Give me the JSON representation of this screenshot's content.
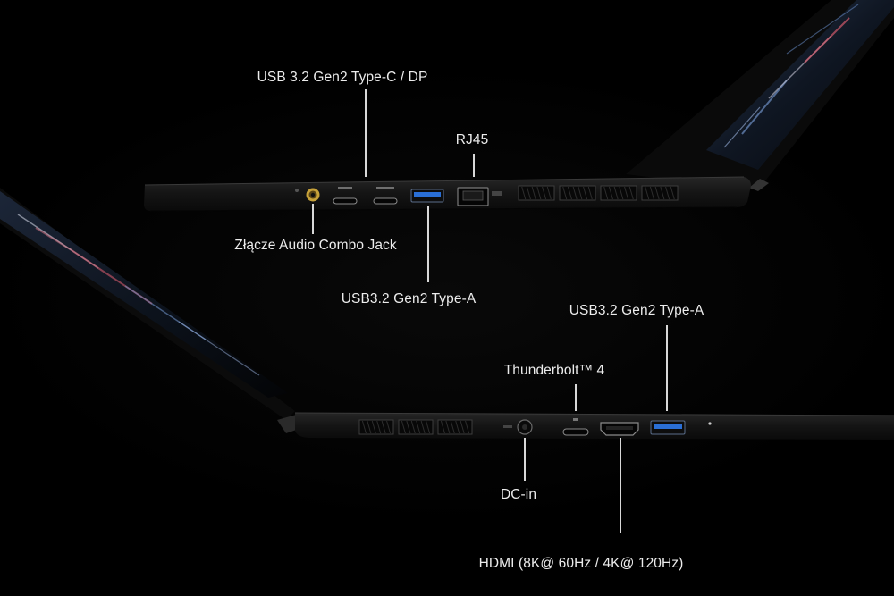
{
  "labels": {
    "usb_c_dp": "USB 3.2 Gen2 Type-C / DP",
    "rj45": "RJ45",
    "audio_jack": "Złącze Audio Combo Jack",
    "usb_a_left": "USB3.2 Gen2 Type-A",
    "usb_a_right": "USB3.2 Gen2 Type-A",
    "thunderbolt": "Thunderbolt™ 4",
    "dc_in": "DC-in",
    "hdmi": "HDMI (8K@ 60Hz / 4K@ 120Hz)"
  },
  "colors": {
    "background": "#000000",
    "chassis": "#151515",
    "usb_a_blue": "#2a6fd6",
    "audio_ring": "#c7a23a",
    "label_text": "#ececec"
  },
  "icons": [
    "usb-c-port-icon",
    "usb-a-port-icon",
    "rj45-port-icon",
    "hdmi-port-icon",
    "audio-jack-icon",
    "dc-in-port-icon",
    "thunderbolt-port-icon",
    "vent-grille-icon"
  ]
}
